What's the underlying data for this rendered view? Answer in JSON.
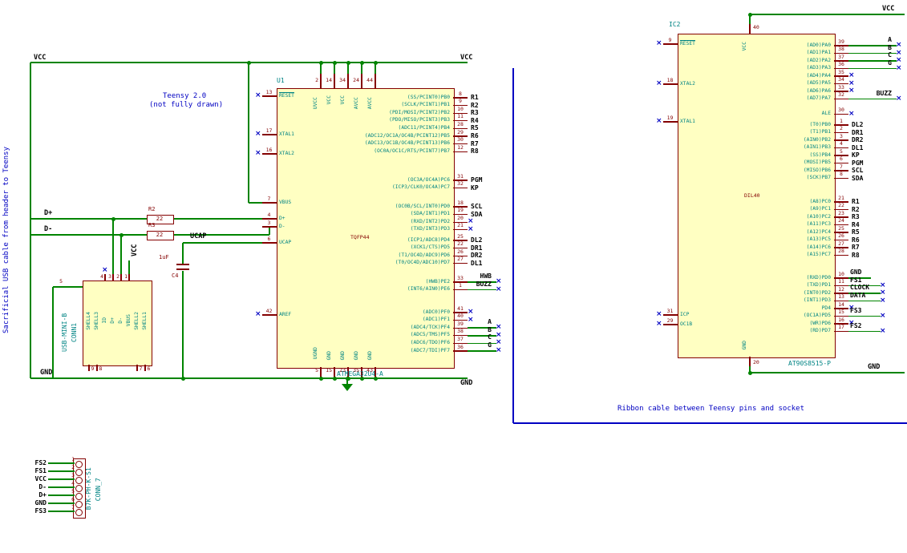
{
  "colors": {
    "wire": "#008400",
    "component": "#840000",
    "pin_name": "#008484",
    "pin_number": "#840000",
    "body_fill": "#FFFFC2",
    "label": "#000000",
    "note": "#0000C2",
    "no_connect": "#0000C2"
  },
  "notes": {
    "left_vertical": "Sacrificial USB cable from header to Teensy",
    "teensy_1": "Teensy 2.0",
    "teensy_2": "(not fully drawn)",
    "ribbon": "Ribbon cable between Teensy pins and socket"
  },
  "nets": {
    "vcc": "VCC",
    "gnd": "GND",
    "dplus": "D+",
    "dminus": "D-",
    "ucap": "UCAP"
  },
  "u1": {
    "ref": "U1",
    "value": "ATMEGA32U4-A",
    "footprint": "TQFP44",
    "left_pins": [
      {
        "num": "13",
        "name": "RESET",
        "overline": true,
        "nc": true
      },
      {
        "num": "17",
        "name": "XTAL1",
        "nc": true
      },
      {
        "num": "16",
        "name": "XTAL2",
        "nc": true
      },
      {
        "num": "7",
        "name": "VBUS"
      },
      {
        "num": "4",
        "name": "D+"
      },
      {
        "num": "3",
        "name": "D-"
      },
      {
        "num": "6",
        "name": "UCAP"
      },
      {
        "num": "42",
        "name": "AREF",
        "nc": true
      }
    ],
    "top_pins": [
      {
        "num": "2",
        "name": "UVCC"
      },
      {
        "num": "14",
        "name": "VCC"
      },
      {
        "num": "34",
        "name": "VCC"
      },
      {
        "num": "24",
        "name": "AVCC"
      },
      {
        "num": "44",
        "name": "AVCC"
      }
    ],
    "bottom_pins": [
      {
        "num": "5",
        "name": "UGND"
      },
      {
        "num": "15",
        "name": "GND"
      },
      {
        "num": "23",
        "name": "GND"
      },
      {
        "num": "35",
        "name": "GND"
      },
      {
        "num": "43",
        "name": "GND"
      }
    ],
    "right_groups": [
      {
        "pins": [
          {
            "num": "8",
            "name": "(SS/PCINT0)PB0",
            "label": "R1"
          },
          {
            "num": "9",
            "name": "(SCLK/PCINT1)PB1",
            "label": "R2"
          },
          {
            "num": "10",
            "name": "(PDI/MOSI/PCINT2)PB2",
            "label": "R3"
          },
          {
            "num": "11",
            "name": "(PDO/MISO/PCINT3)PB3",
            "label": "R4"
          },
          {
            "num": "28",
            "name": "(ADC11/PCINT4)PB4",
            "label": "R5"
          },
          {
            "num": "29",
            "name": "(ADC12/OC1A/OC4B/PCINT12)PB5",
            "label": "R6"
          },
          {
            "num": "30",
            "name": "(ADC13/OC1B/OC4B/PCINT13)PB6",
            "label": "R7"
          },
          {
            "num": "12",
            "name": "(OC0A/OC1C/RTS/PCINT7)PB7",
            "label": "R8"
          }
        ]
      },
      {
        "pins": [
          {
            "num": "31",
            "name": "(OC3A/OC4A)PC6",
            "label": "PGM"
          },
          {
            "num": "32",
            "name": "(ICP3/CLK0/OC4A)PC7",
            "label": "KP"
          }
        ]
      },
      {
        "pins": [
          {
            "num": "18",
            "name": "(OC0B/SCL/INT0)PD0",
            "label": "SCL"
          },
          {
            "num": "19",
            "name": "(SDA/INT1)PD1",
            "label": "SDA"
          },
          {
            "num": "20",
            "name": "(RXD/INT2)PD2",
            "nc": true
          },
          {
            "num": "21",
            "name": "(TXD/INT3)PD3",
            "nc": true
          }
        ]
      },
      {
        "pins": [
          {
            "num": "25",
            "name": "(ICP1/ADC8)PD4",
            "label": "DL2"
          },
          {
            "num": "22",
            "name": "(XCK1/CTS)PD5",
            "label": "DR1"
          },
          {
            "num": "26",
            "name": "(T1/OC4D/ADC9)PD6",
            "label": "DR2"
          },
          {
            "num": "27",
            "name": "(T0/OC4D/ADC10)PD7",
            "label": "DL1"
          }
        ]
      },
      {
        "pins": [
          {
            "num": "33",
            "name": "(HWB)PE2",
            "label": "HWB",
            "ext": "long"
          },
          {
            "num": "1",
            "name": "(INT6/AIN0)PE6",
            "label": "BUZZ",
            "ext": "long"
          }
        ]
      },
      {
        "pins": [
          {
            "num": "41",
            "name": "(ADC0)PF0",
            "nc": true
          },
          {
            "num": "40",
            "name": "(ADC1)PF1",
            "nc": true
          },
          {
            "num": "39",
            "name": "(ADC4/TCK)PF4",
            "label": "A",
            "ext": "long"
          },
          {
            "num": "38",
            "name": "(ADC5/TMS)PF5",
            "label": "B",
            "ext": "long"
          },
          {
            "num": "37",
            "name": "(ADC6/TDO)PF6",
            "label": "C",
            "ext": "long"
          },
          {
            "num": "36",
            "name": "(ADC7/TDI)PF7",
            "label": "G",
            "ext": "long"
          }
        ]
      }
    ]
  },
  "ic2": {
    "ref": "IC2",
    "value": "AT90S8515-P",
    "footprint": "DIL40",
    "left_pins": [
      {
        "num": "9",
        "name": "RESET",
        "overline": true,
        "nc": true
      },
      {
        "num": "18",
        "name": "XTAL2",
        "nc": true
      },
      {
        "num": "19",
        "name": "XTAL1",
        "nc": true
      },
      {
        "num": "31",
        "name": "ICP",
        "nc": true
      },
      {
        "num": "29",
        "name": "OC1B",
        "nc": true
      }
    ],
    "top_pin": {
      "num": "40",
      "name": "VCC"
    },
    "bottom_pin": {
      "num": "20",
      "name": "GND"
    },
    "right_groups": [
      {
        "pins": [
          {
            "num": "39",
            "name": "(AD0)PA0",
            "label": "A",
            "ext": "long"
          },
          {
            "num": "38",
            "name": "(AD1)PA1",
            "label": "B",
            "ext": "long"
          },
          {
            "num": "37",
            "name": "(AD2)PA2",
            "label": "C",
            "ext": "long"
          },
          {
            "num": "36",
            "name": "(AD3)PA3",
            "label": "G",
            "ext": "long"
          },
          {
            "num": "35",
            "name": "(AD4)PA4",
            "nc": true
          },
          {
            "num": "34",
            "name": "(AD5)PA5",
            "nc": true
          },
          {
            "num": "33",
            "name": "(AD6)PA6",
            "nc": true
          },
          {
            "num": "32",
            "name": "(AD7)PA7",
            "label": "BUZZ",
            "ext": "long"
          }
        ]
      },
      {
        "pins": [
          {
            "num": "30",
            "name": "ALE",
            "nc": true
          }
        ]
      },
      {
        "pins": [
          {
            "num": "1",
            "name": "(T0)PB0",
            "label": "DL2"
          },
          {
            "num": "2",
            "name": "(T1)PB1",
            "label": "DR1"
          },
          {
            "num": "3",
            "name": "(AIN0)PB2",
            "label": "DR2"
          },
          {
            "num": "4",
            "name": "(AIN1)PB3",
            "label": "DL1"
          },
          {
            "num": "5",
            "name": "(SS)PB4",
            "label": "KP"
          },
          {
            "num": "6",
            "name": "(MOSI)PB5",
            "label": "PGM"
          },
          {
            "num": "7",
            "name": "(MISO)PB6",
            "label": "SCL"
          },
          {
            "num": "8",
            "name": "(SCK)PB7",
            "label": "SDA"
          }
        ]
      },
      {
        "pins": [
          {
            "num": "21",
            "name": "(A8)PC0",
            "label": "R1"
          },
          {
            "num": "22",
            "name": "(A9)PC1",
            "label": "R2"
          },
          {
            "num": "23",
            "name": "(A10)PC2",
            "label": "R3"
          },
          {
            "num": "24",
            "name": "(A11)PC3",
            "label": "R4"
          },
          {
            "num": "25",
            "name": "(A12)PC4",
            "label": "R5"
          },
          {
            "num": "26",
            "name": "(A13)PC5",
            "label": "R6"
          },
          {
            "num": "27",
            "name": "(A14)PC6",
            "label": "R7"
          },
          {
            "num": "28",
            "name": "(A15)PC7",
            "label": "R8"
          }
        ]
      },
      {
        "pins": [
          {
            "num": "10",
            "name": "(RXD)PD0",
            "label": "GND",
            "ext": "short"
          },
          {
            "num": "11",
            "name": "(TXD)PD1",
            "label": "FS1",
            "ext": "mid"
          },
          {
            "num": "12",
            "name": "(INT0)PD2",
            "label": "CLOCK",
            "ext": "mid"
          },
          {
            "num": "13",
            "name": "(INT1)PD3",
            "label": "DATA",
            "ext": "mid"
          },
          {
            "num": "14",
            "name": "PD4",
            "nc": true
          },
          {
            "num": "15",
            "name": "(OC1A)PD5",
            "label": "FS3",
            "ext": "mid"
          },
          {
            "num": "16",
            "name": "(WR)PD6",
            "nc": true
          },
          {
            "num": "17",
            "name": "(RD)PD7",
            "label": "FS2",
            "ext": "mid"
          }
        ]
      }
    ]
  },
  "r2": {
    "ref": "R2",
    "value": "22"
  },
  "r3": {
    "ref": "R3",
    "value": "22"
  },
  "c4": {
    "ref": "C4",
    "value": "1uF"
  },
  "usb": {
    "ref": "CONN1",
    "value": "USB-MINI-B",
    "columns": [
      "SHELL4",
      "SHELL3",
      "ID",
      "D+",
      "D-",
      "VBUS",
      "SHELL2",
      "SHELL1"
    ],
    "top_pin_numbers": [
      "4",
      "3",
      "2",
      "1"
    ],
    "gnd_pin_number": "5",
    "shell_pin_numbers": [
      "9",
      "8",
      "7",
      "6"
    ]
  },
  "conn7": {
    "ref": "CONN_7",
    "value": "B7K-PH-K-S1",
    "rows": [
      {
        "num": "1",
        "label": "FS2"
      },
      {
        "num": "2",
        "label": "FS1"
      },
      {
        "num": "3",
        "label": "VCC"
      },
      {
        "num": "4",
        "label": "D-"
      },
      {
        "num": "5",
        "label": "D+"
      },
      {
        "num": "6",
        "label": "GND"
      },
      {
        "num": "7",
        "label": "FS3"
      }
    ]
  }
}
